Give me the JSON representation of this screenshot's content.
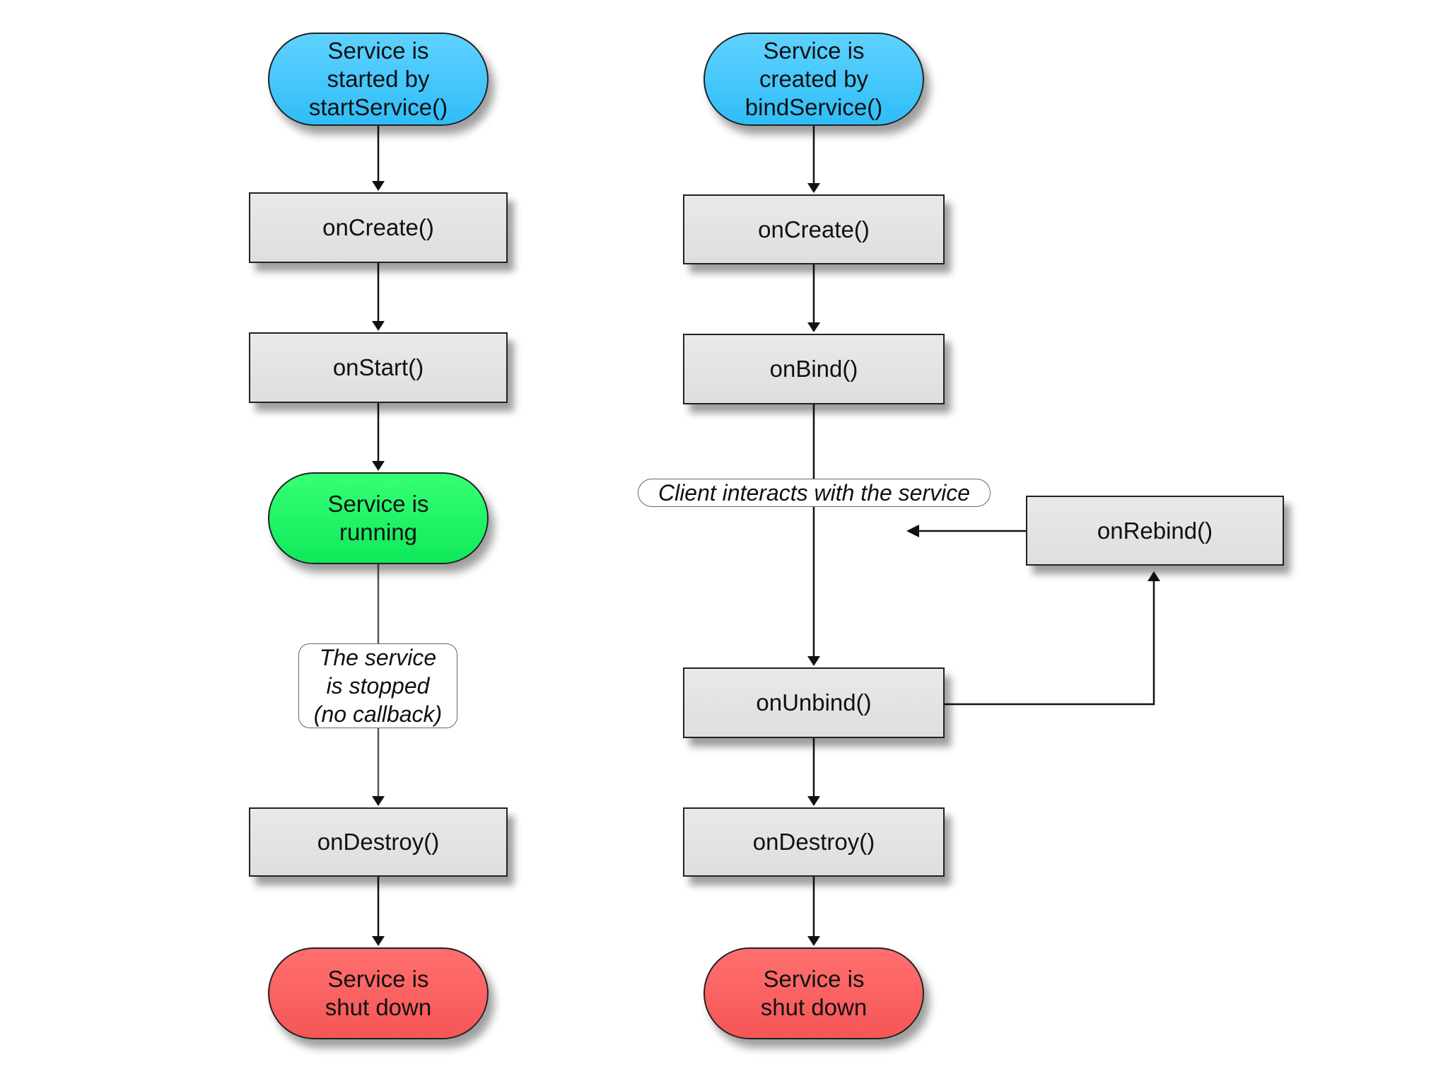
{
  "left_flow": {
    "start": [
      "Service is",
      "started by",
      "startService()"
    ],
    "on_create": "onCreate()",
    "on_start": "onStart()",
    "running": [
      "Service is",
      "running"
    ],
    "stopped_note": [
      "The service",
      "is stopped",
      "(no callback)"
    ],
    "on_destroy": "onDestroy()",
    "shut_down": [
      "Service is",
      "shut down"
    ]
  },
  "right_flow": {
    "start": [
      "Service is",
      "created by",
      "bindService()"
    ],
    "on_create": "onCreate()",
    "on_bind": "onBind()",
    "client_note": "Client interacts with the service",
    "on_rebind": "onRebind()",
    "on_unbind": "onUnbind()",
    "on_destroy": "onDestroy()",
    "shut_down": [
      "Service is",
      "shut down"
    ]
  },
  "colors": {
    "start": "#2fbdf7",
    "running": "#0fe95a",
    "shut_down": "#f55656",
    "method_box": "#e4e4e4"
  }
}
